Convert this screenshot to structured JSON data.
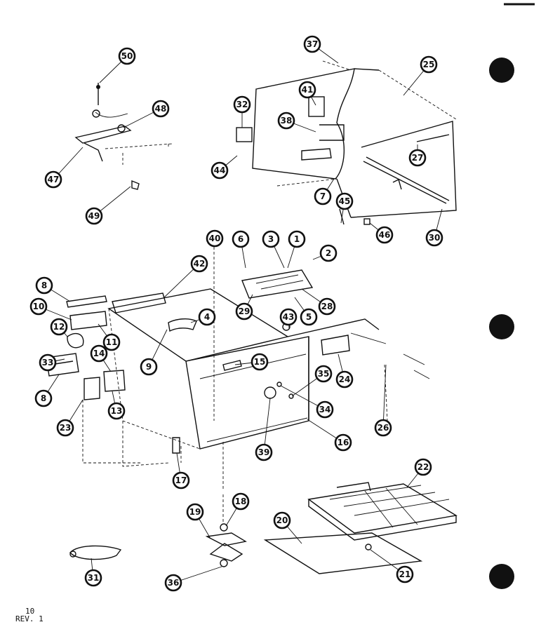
{
  "callouts": {
    "c1": "1",
    "c2": "2",
    "c3": "3",
    "c4": "4",
    "c5a": "5",
    "c5b": "5",
    "c7": "7",
    "c8": "8",
    "c9": "9",
    "c10": "10",
    "c11": "11",
    "c12": "12",
    "c13": "13",
    "c14": "14",
    "c15": "15",
    "c16": "16",
    "c17": "17",
    "c18": "18",
    "c19": "19",
    "c20": "20",
    "c21": "21",
    "c22": "22",
    "c23": "23",
    "c24": "24",
    "c25": "25",
    "c26": "26",
    "c27": "27",
    "c28": "28",
    "c29": "29",
    "c30": "30",
    "c31": "31",
    "c32": "32",
    "c33": "33",
    "c34": "34",
    "c35": "35",
    "c36": "36",
    "c37": "37",
    "c38": "38",
    "c39": "39",
    "c40": "40",
    "c41": "41",
    "c42": "42",
    "c43": "43",
    "c44": "44",
    "c45": "45",
    "c46": "46",
    "c47": "47",
    "c48": "48",
    "c49": "49",
    "c50": "50",
    "c6": "6"
  },
  "footer": {
    "page": "10",
    "revision": "REV. 1"
  }
}
